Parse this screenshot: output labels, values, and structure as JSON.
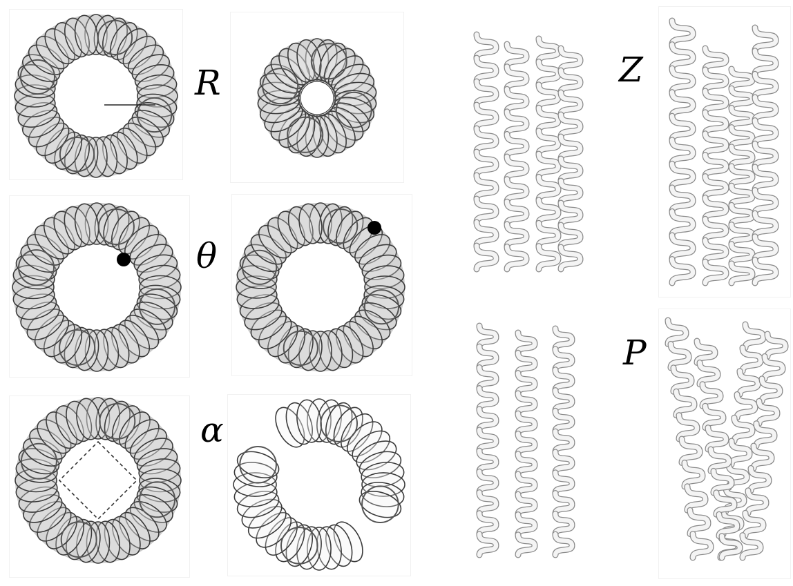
{
  "labels": {
    "radius": "R",
    "theta": "θ",
    "alpha": "α",
    "z_offset": "Z",
    "pitch": "P"
  },
  "colors": {
    "ribbon_fill": "#f4f4f4",
    "ribbon_edge": "#3a3a3a",
    "ribbon_dark": "#6b6b6b",
    "background": "#ffffff",
    "marker": "#000000"
  }
}
